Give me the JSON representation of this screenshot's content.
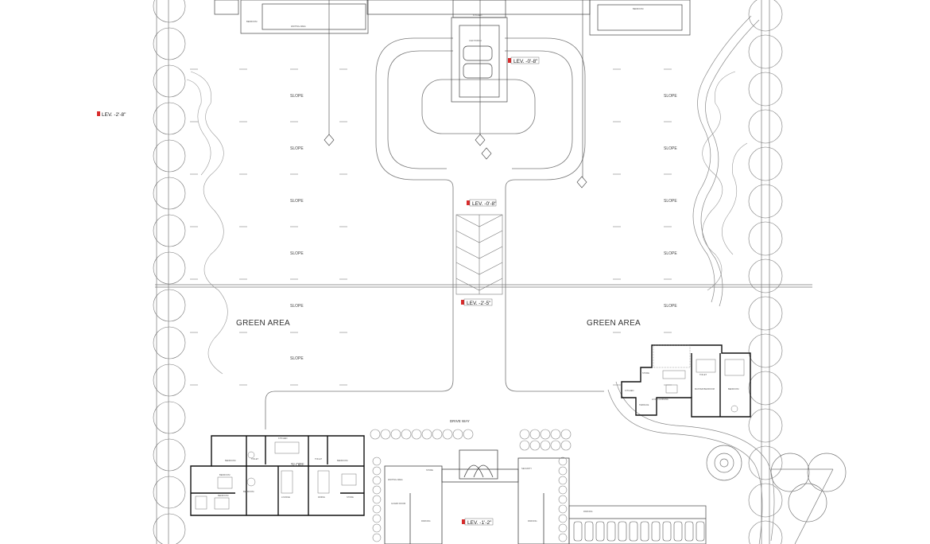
{
  "areas": {
    "green_left": "GREEN AREA",
    "green_right": "GREEN AREA",
    "drive_way": "DRIVE WAY"
  },
  "slope_label": "SLOPE",
  "levels": {
    "far_left": "LEV. -2'-8\"",
    "top_porch": "LEV. -0'-8\"",
    "central_axis": "LEV. -0'-8\"",
    "ramp_bottom": "LEV. -2'-5\"",
    "entrance": "LEV. -1'-2\""
  },
  "room_tags": {
    "guest_rooms": [
      "BEDROOM",
      "BEDROOM",
      "BEDROOM",
      "BEDROOM",
      "BEDROOM",
      "TOILET",
      "TOILET",
      "STORE",
      "KITCHEN",
      "DINING",
      "LOUNGE"
    ],
    "annex": [
      "LIVING & DINING",
      "MASTER BEDROOM",
      "BEDROOM",
      "TERRACE",
      "KITCHEN",
      "STORE",
      "TOILET"
    ],
    "gate_block": [
      "WAITING AREA",
      "SECURITY",
      "GUARD ROOM",
      "STORE",
      "PARKING",
      "PARKING",
      "PARKING"
    ],
    "top_block": [
      "WAITING AREA",
      "CAR PORCH",
      "KITCHEN",
      "BEDROOM",
      "BEDROOM"
    ]
  },
  "colors": {
    "line": "#555555",
    "light_line": "#9a9a9a",
    "wall": "#111111",
    "level_marker": "#d92b2b"
  }
}
